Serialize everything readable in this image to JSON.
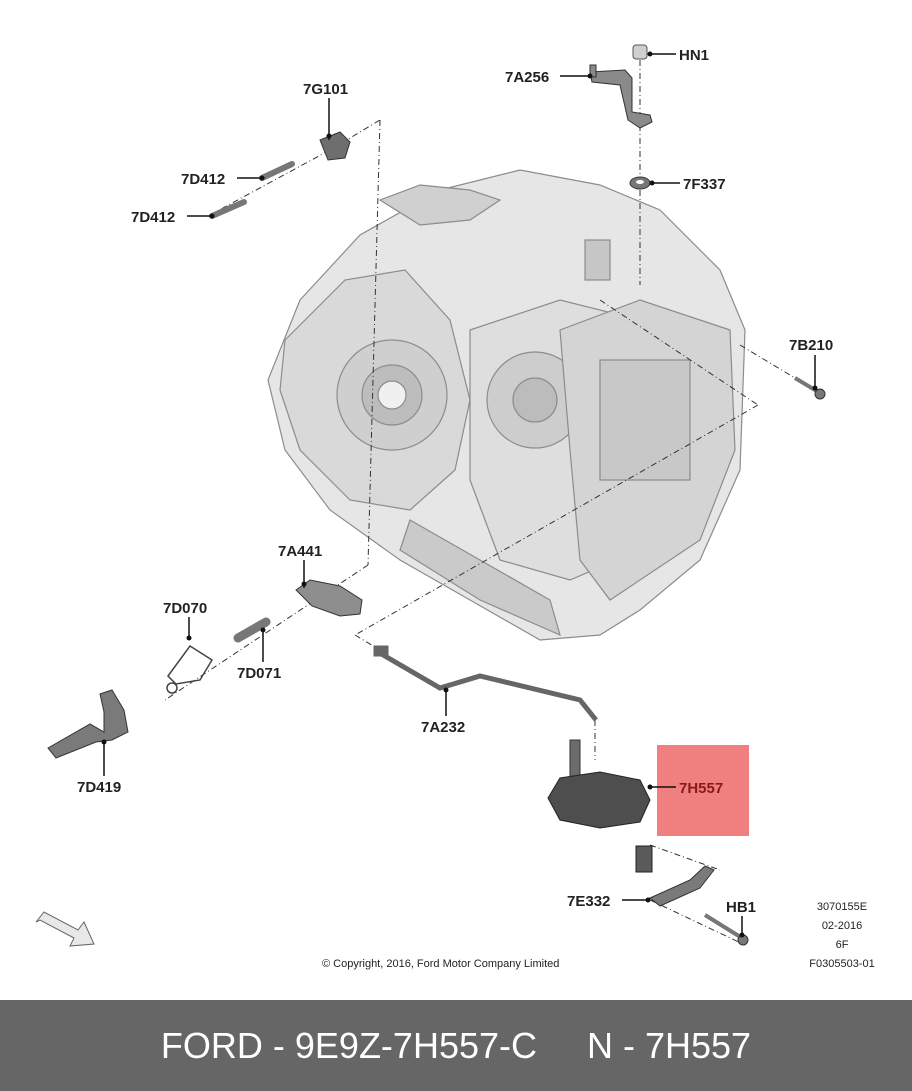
{
  "callouts": [
    {
      "id": "HN1",
      "text": "HN1"
    },
    {
      "id": "7A256",
      "text": "7A256"
    },
    {
      "id": "7G101",
      "text": "7G101"
    },
    {
      "id": "7D412a",
      "text": "7D412"
    },
    {
      "id": "7D412b",
      "text": "7D412"
    },
    {
      "id": "7F337",
      "text": "7F337"
    },
    {
      "id": "7B210",
      "text": "7B210"
    },
    {
      "id": "7A441",
      "text": "7A441"
    },
    {
      "id": "7D070",
      "text": "7D070"
    },
    {
      "id": "7D071",
      "text": "7D071"
    },
    {
      "id": "7A232",
      "text": "7A232"
    },
    {
      "id": "7D419",
      "text": "7D419"
    },
    {
      "id": "7H557",
      "text": "7H557",
      "highlighted": true
    },
    {
      "id": "7E332",
      "text": "7E332"
    },
    {
      "id": "HB1",
      "text": "HB1"
    }
  ],
  "highlight_color": "#f08080",
  "meta": {
    "code1": "3070155E",
    "date": "02-2016",
    "model": "6F",
    "code2": "F0305503-01"
  },
  "copyright": "© Copyright, 2016, Ford Motor Company Limited",
  "footer": {
    "text": "FORD - 9E9Z-7H557-C     N - 7H557",
    "bg_color": "#666666"
  }
}
